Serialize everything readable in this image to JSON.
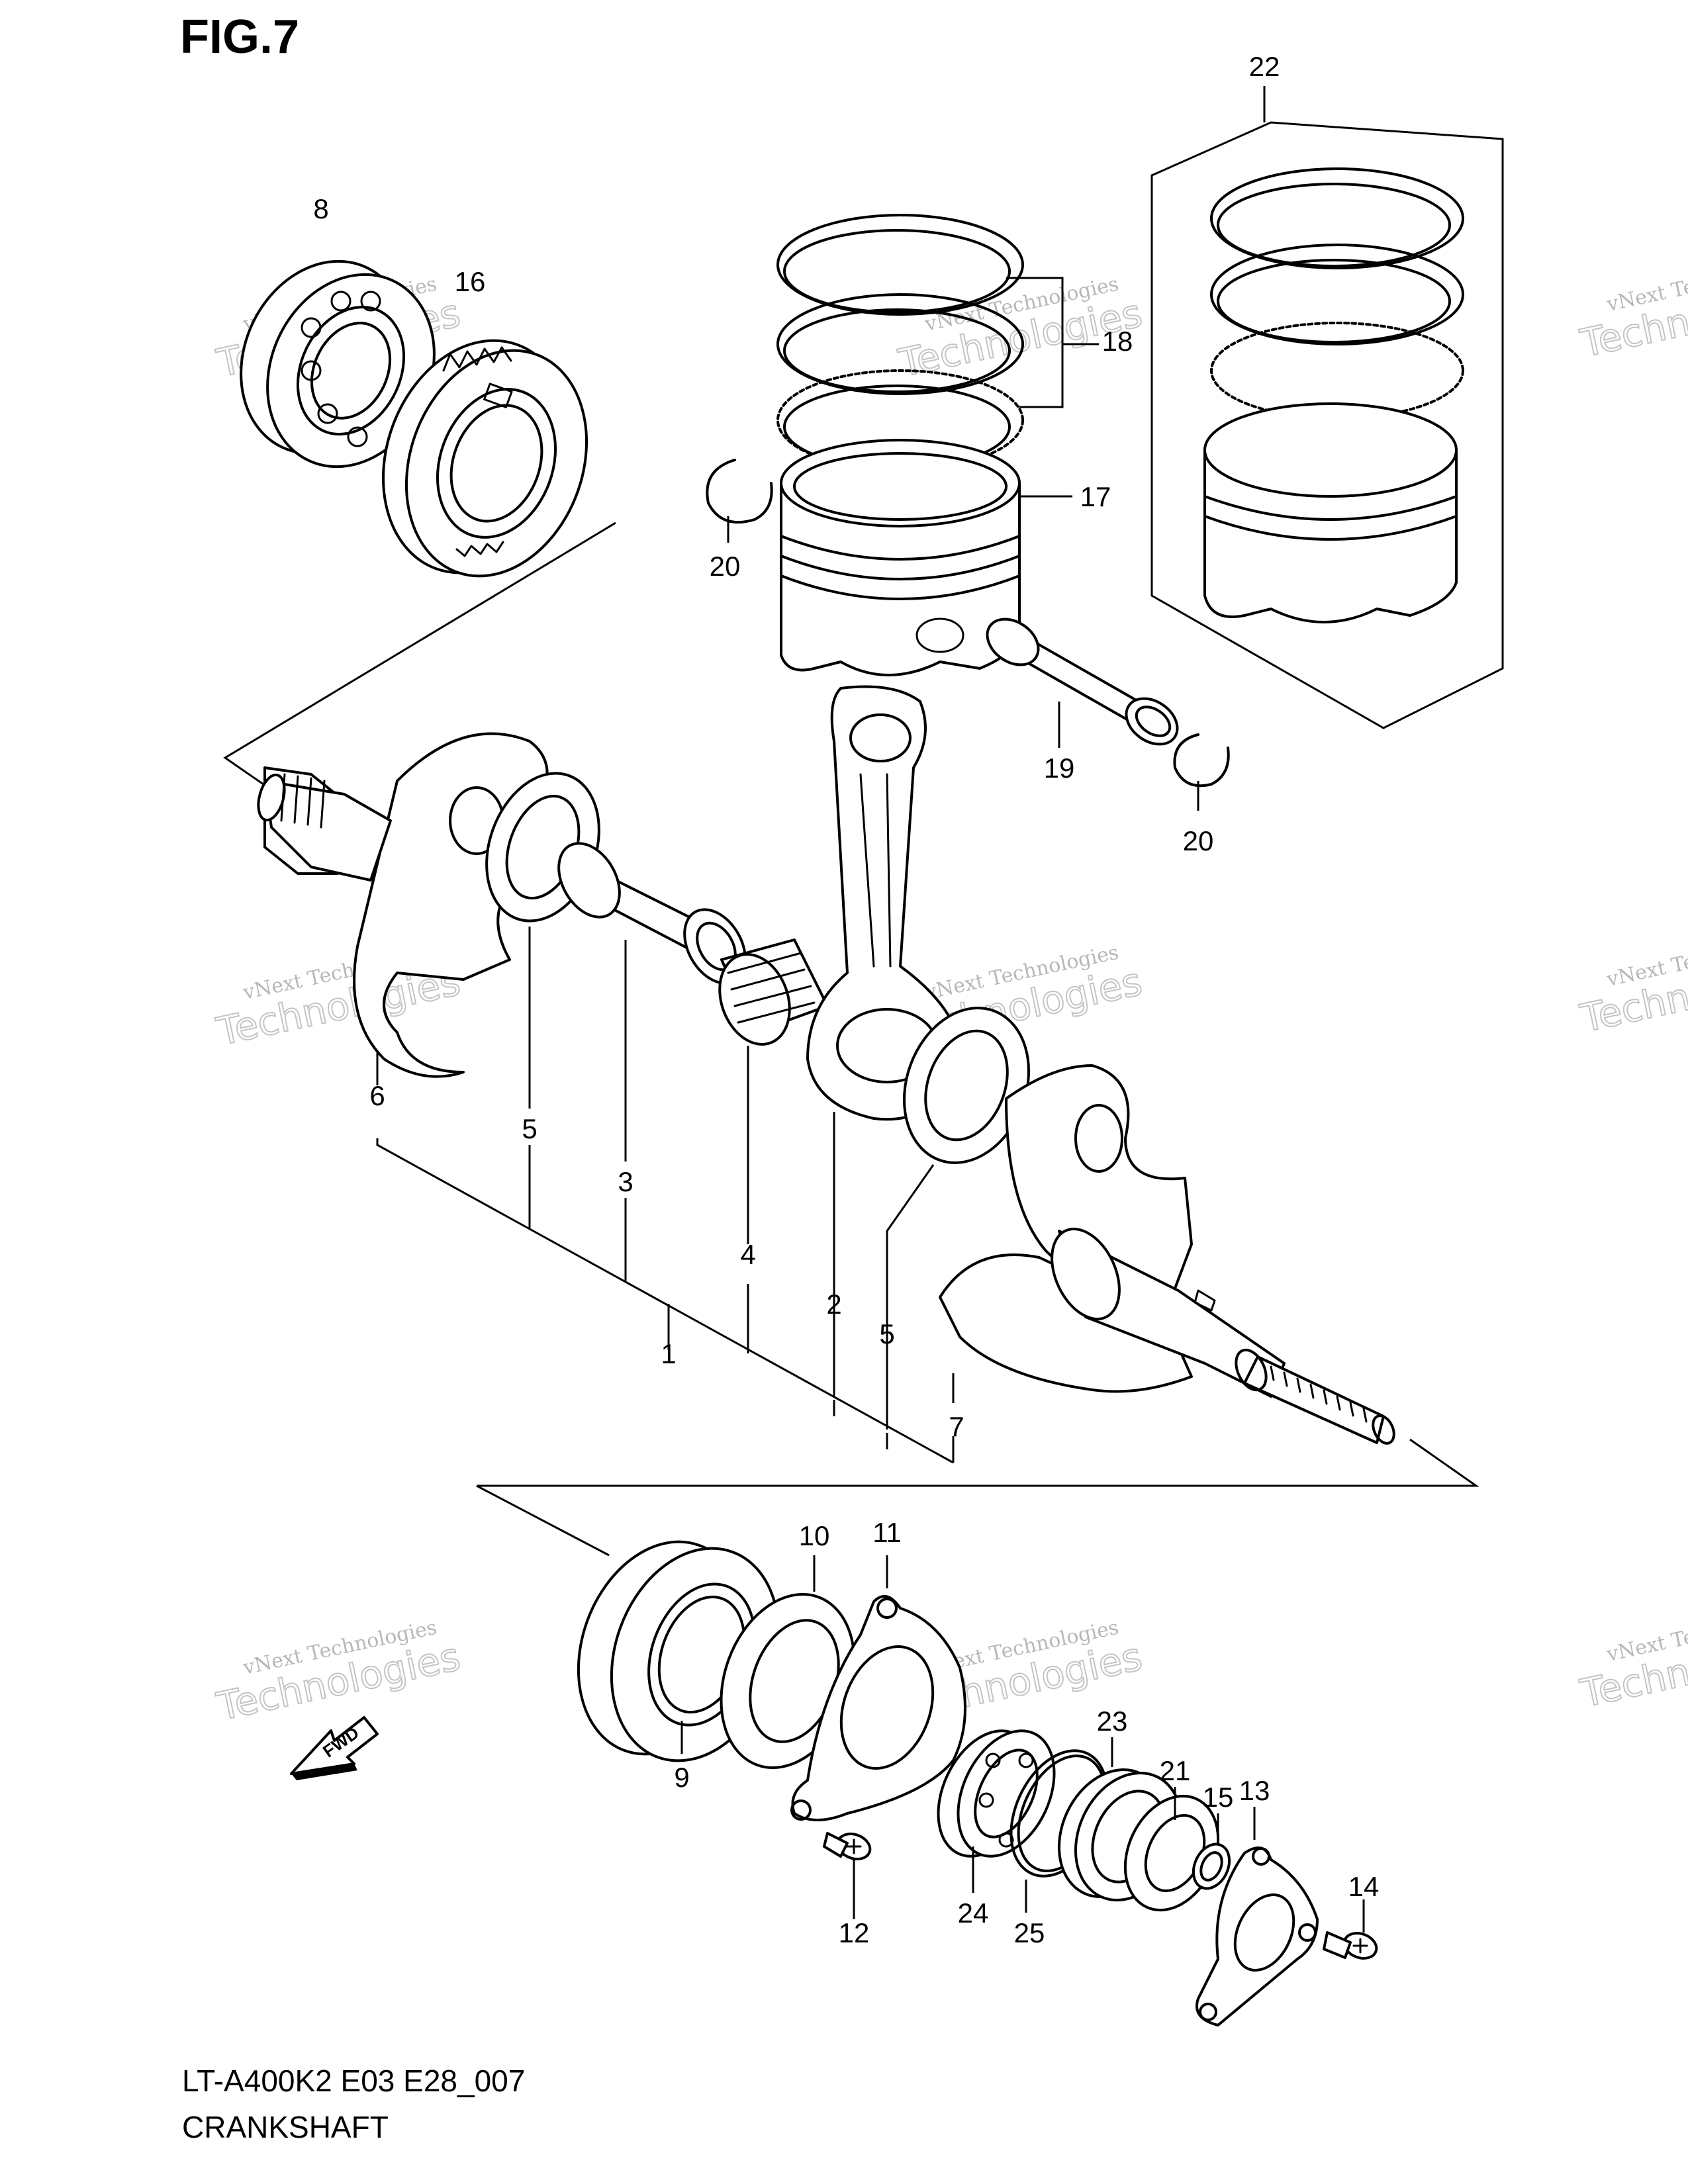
{
  "figure": {
    "title": "FIG.7",
    "model_code": "LT-A400K2 E03 E28_007",
    "group_name": "CRANKSHAFT"
  },
  "fwd_label": "FWD",
  "watermark": {
    "line1": "vNext Technologies",
    "line2": "vNext",
    "line3": "Technologies"
  },
  "callouts": [
    "1",
    "2",
    "3",
    "4",
    "5",
    "5",
    "6",
    "7",
    "8",
    "9",
    "10",
    "11",
    "12",
    "13",
    "14",
    "15",
    "16",
    "17",
    "18",
    "19",
    "20",
    "20",
    "21",
    "22",
    "23",
    "24",
    "25"
  ],
  "colors": {
    "ink": "#000000",
    "paper": "#ffffff",
    "watermark": "#c4c4c4"
  }
}
